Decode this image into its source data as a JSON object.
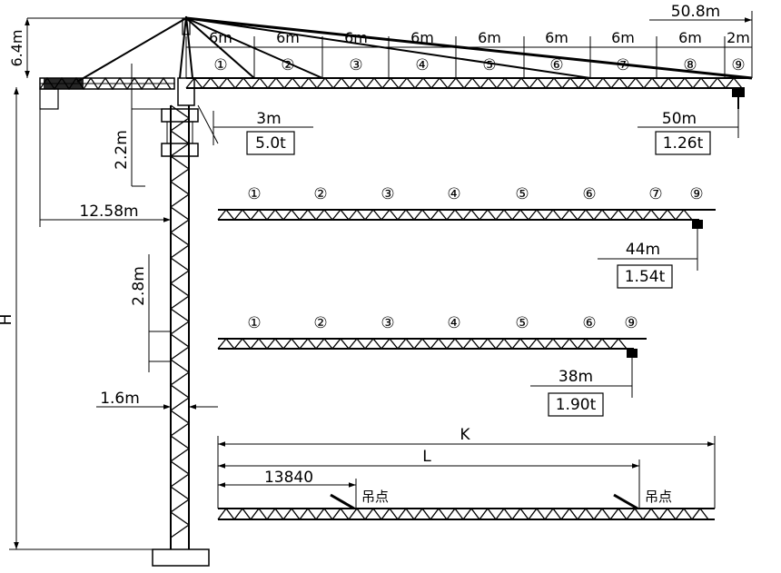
{
  "dims": {
    "top_total": "50.8m",
    "head_height": "6.4m",
    "hook_offset": "3m",
    "hook_load": "5.0t",
    "tip_reach_a": "50m",
    "tip_load_a": "1.26t",
    "section_2_2": "2.2m",
    "counter_jib": "12.58m",
    "tip_reach_b": "44m",
    "tip_load_b": "1.54t",
    "section_2_8": "2.8m",
    "tip_reach_c": "38m",
    "tip_load_c": "1.90t",
    "mast_width": "1.6m",
    "height": "H",
    "total_length": "K",
    "lift_length": "L",
    "lift_offset": "13840",
    "lift_point_1": "吊点",
    "lift_point_2": "吊点"
  },
  "segments_top": [
    "6m",
    "6m",
    "6m",
    "6m",
    "6m",
    "6m",
    "6m",
    "6m",
    "2m"
  ],
  "numbers_top": [
    "①",
    "②",
    "③",
    "④",
    "⑤",
    "⑥",
    "⑦",
    "⑧",
    "⑨"
  ],
  "numbers_b": [
    "①",
    "②",
    "③",
    "④",
    "⑤",
    "⑥",
    "⑦",
    "⑨"
  ],
  "numbers_c": [
    "①",
    "②",
    "③",
    "④",
    "⑤",
    "⑥",
    "⑨"
  ]
}
